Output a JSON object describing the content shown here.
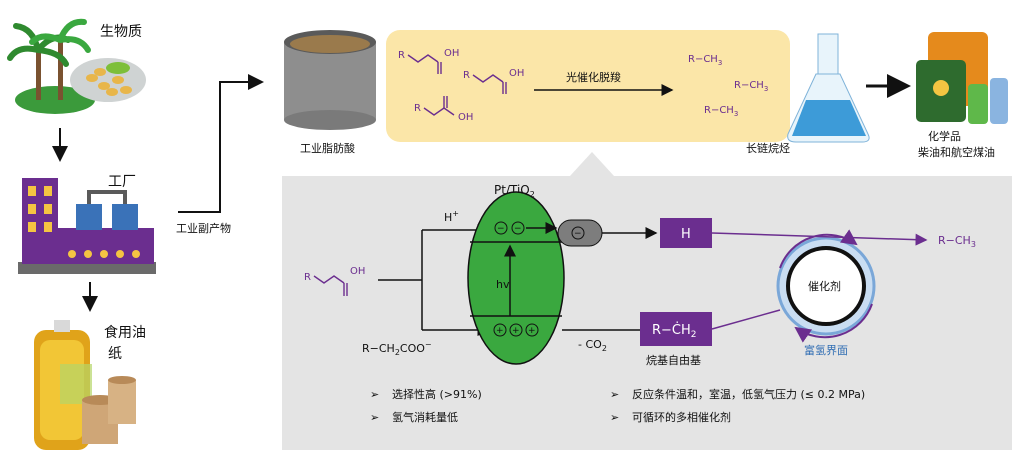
{
  "labels": {
    "biomass": "生物质",
    "factory": "工厂",
    "edible_oil": "食用油",
    "paper": "纸",
    "byproduct": "工业副产物",
    "fatty_acid": "工业脂肪酸",
    "reaction": "光催化脱羧",
    "alkanes": "长链烷烃",
    "products_line1": "化学品",
    "products_line2": "柴油和航空煤油",
    "catalyst_name": "Pt/TiO",
    "catalyst_sub": "2",
    "catalyst": "催化剂",
    "h_rich": "富氢界面",
    "alkyl_radical": "烷基自由基",
    "hv": "hv",
    "h_plus": "H",
    "h_box": "H",
    "rch2": "R−ĊH",
    "rch2_sub": "2",
    "carboxylate": "R−CH",
    "carboxylate_sub": "2",
    "carboxylate_tail": "COO",
    "co2": "- CO",
    "co2_sub": "2",
    "product": "R−CH",
    "product_sub": "3",
    "oh": "OH",
    "r": "R",
    "rch3": "R−CH",
    "ch3_sub": "3"
  },
  "bullets": [
    "选择性高 (>91%)",
    "氢气消耗量低",
    "反应条件温和，室温，低氢气压力 (≤ 0.2 MPa)",
    "可循环的多相催化剂"
  ],
  "colors": {
    "purple": "#6b2e8f",
    "green": "#3aa83f",
    "cream": "#fbe6a8",
    "gray_panel": "#e4e4e4",
    "blue": "#2f6db3"
  }
}
